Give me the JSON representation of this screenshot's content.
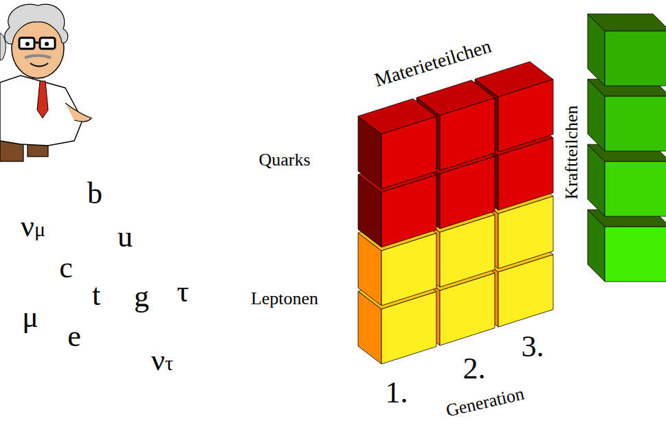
{
  "diagram": {
    "labels": [
      "Materieteilchen",
      "Kraftteilchen",
      "Quarks",
      "b",
      "νμ",
      "u",
      "c",
      "t",
      "g",
      "τ",
      "μ",
      "e",
      "ντ",
      "Leptonen",
      "1.",
      "2.",
      "3.",
      "Generation"
    ]
  }
}
